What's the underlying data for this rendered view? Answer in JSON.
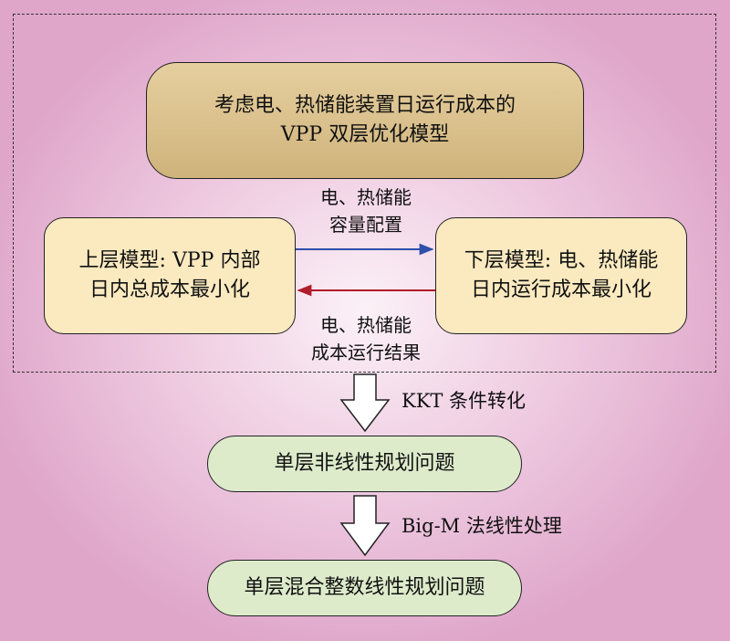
{
  "top_box": {
    "text": "考虑电、热储能装置日运行成本的\nVPP 双层优化模型"
  },
  "upper_model": {
    "text": "上层模型: VPP 内部\n日内总成本最小化"
  },
  "lower_model": {
    "text": "下层模型: 电、热储能\n日内运行成本最小化"
  },
  "arrow_to_lower_label": "电、热储能\n容量配置",
  "arrow_to_upper_label": "电、热储能\n成本运行结果",
  "conversion1": {
    "label": "KKT 条件转化"
  },
  "step1": {
    "text": "单层非线性规划问题"
  },
  "conversion2": {
    "label": "Big-M 法线性处理"
  },
  "step2": {
    "text": "单层混合整数线性规划问题"
  },
  "colors": {
    "arrow_blue": "#2f4faa",
    "arrow_red": "#b01c2a"
  }
}
